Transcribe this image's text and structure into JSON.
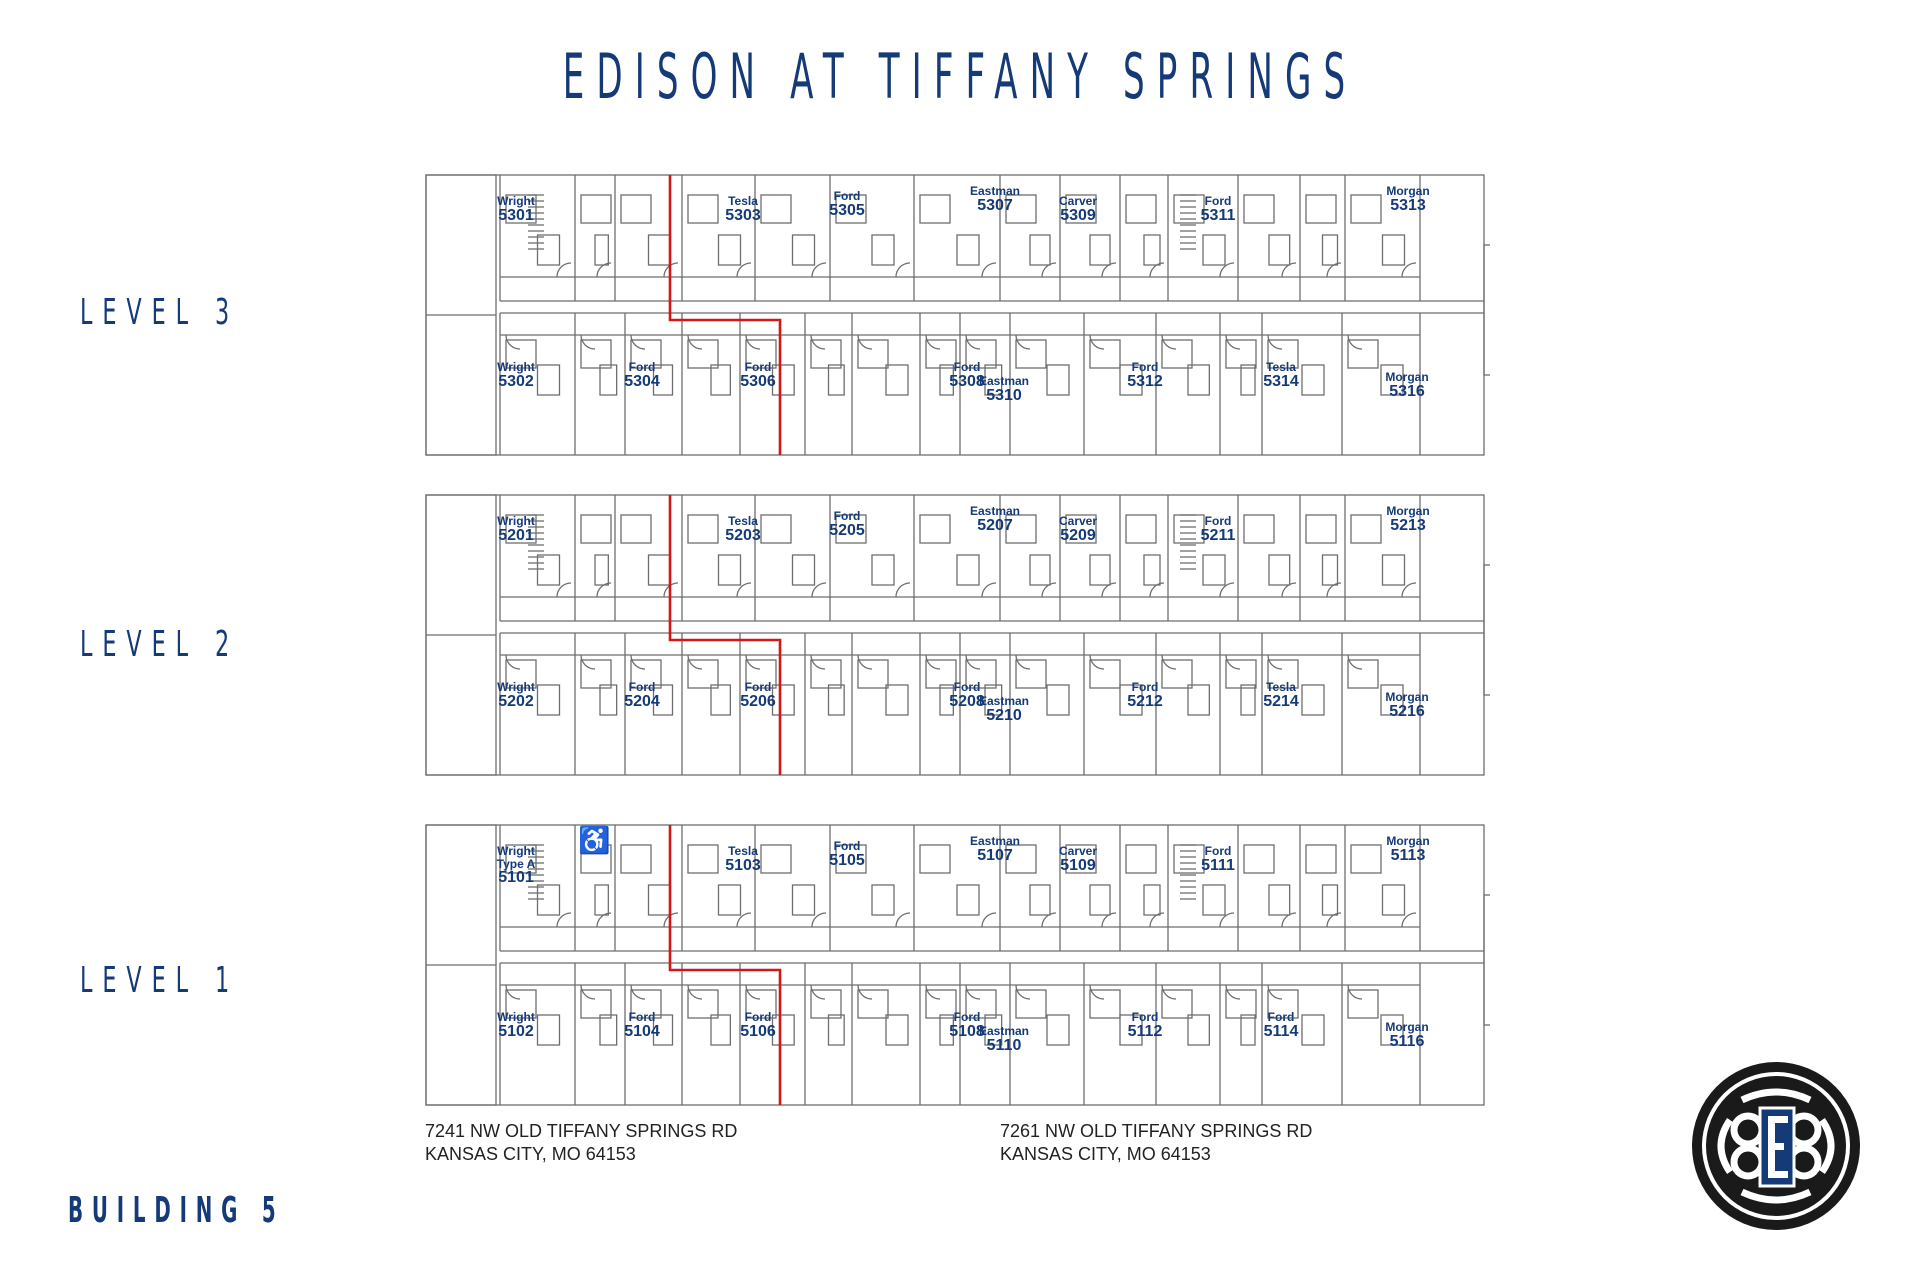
{
  "title": "EDISON AT TIFFANY SPRINGS",
  "levels": [
    {
      "label": "LEVEL 3",
      "units": [
        {
          "name": "Wright",
          "number": "5301"
        },
        {
          "name": "Tesla",
          "number": "5303"
        },
        {
          "name": "Ford",
          "number": "5305"
        },
        {
          "name": "Eastman",
          "number": "5307"
        },
        {
          "name": "Carver",
          "number": "5309"
        },
        {
          "name": "Ford",
          "number": "5311"
        },
        {
          "name": "Morgan",
          "number": "5313"
        },
        {
          "name": "Wright",
          "number": "5302"
        },
        {
          "name": "Ford",
          "number": "5304"
        },
        {
          "name": "Ford",
          "number": "5306"
        },
        {
          "name": "Ford",
          "number": "5308"
        },
        {
          "name": "Eastman",
          "number": "5310"
        },
        {
          "name": "Ford",
          "number": "5312"
        },
        {
          "name": "Tesla",
          "number": "5314"
        },
        {
          "name": "Morgan",
          "number": "5316"
        }
      ]
    },
    {
      "label": "LEVEL 2",
      "units": [
        {
          "name": "Wright",
          "number": "5201"
        },
        {
          "name": "Tesla",
          "number": "5203"
        },
        {
          "name": "Ford",
          "number": "5205"
        },
        {
          "name": "Eastman",
          "number": "5207"
        },
        {
          "name": "Carver",
          "number": "5209"
        },
        {
          "name": "Ford",
          "number": "5211"
        },
        {
          "name": "Morgan",
          "number": "5213"
        },
        {
          "name": "Wright",
          "number": "5202"
        },
        {
          "name": "Ford",
          "number": "5204"
        },
        {
          "name": "Ford",
          "number": "5206"
        },
        {
          "name": "Ford",
          "number": "5208"
        },
        {
          "name": "Eastman",
          "number": "5210"
        },
        {
          "name": "Ford",
          "number": "5212"
        },
        {
          "name": "Tesla",
          "number": "5214"
        },
        {
          "name": "Morgan",
          "number": "5216"
        }
      ]
    },
    {
      "label": "LEVEL 1",
      "units": [
        {
          "name": "Wright\nType A",
          "number": "5101"
        },
        {
          "name": "Tesla",
          "number": "5103"
        },
        {
          "name": "Ford",
          "number": "5105"
        },
        {
          "name": "Eastman",
          "number": "5107"
        },
        {
          "name": "Carver",
          "number": "5109"
        },
        {
          "name": "Ford",
          "number": "5111"
        },
        {
          "name": "Morgan",
          "number": "5113"
        },
        {
          "name": "Wright",
          "number": "5102"
        },
        {
          "name": "Ford",
          "number": "5104"
        },
        {
          "name": "Ford",
          "number": "5106"
        },
        {
          "name": "Ford",
          "number": "5108"
        },
        {
          "name": "Eastman",
          "number": "5110"
        },
        {
          "name": "Ford",
          "number": "5112"
        },
        {
          "name": "Ford",
          "number": "5114"
        },
        {
          "name": "Morgan",
          "number": "5116"
        }
      ]
    }
  ],
  "addresses": [
    {
      "line1": "7241 NW OLD TIFFANY SPRINGS RD",
      "line2": "KANSAS CITY, MO 64153"
    },
    {
      "line1": "7261 NW OLD TIFFANY SPRINGS RD",
      "line2": "KANSAS CITY, MO 64153"
    }
  ],
  "building_label": "BUILDING 5",
  "accessible_icon": "wheelchair-icon",
  "colors": {
    "brand": "#143a78",
    "divider": "#d01818",
    "lines": "#6e6e6e"
  }
}
